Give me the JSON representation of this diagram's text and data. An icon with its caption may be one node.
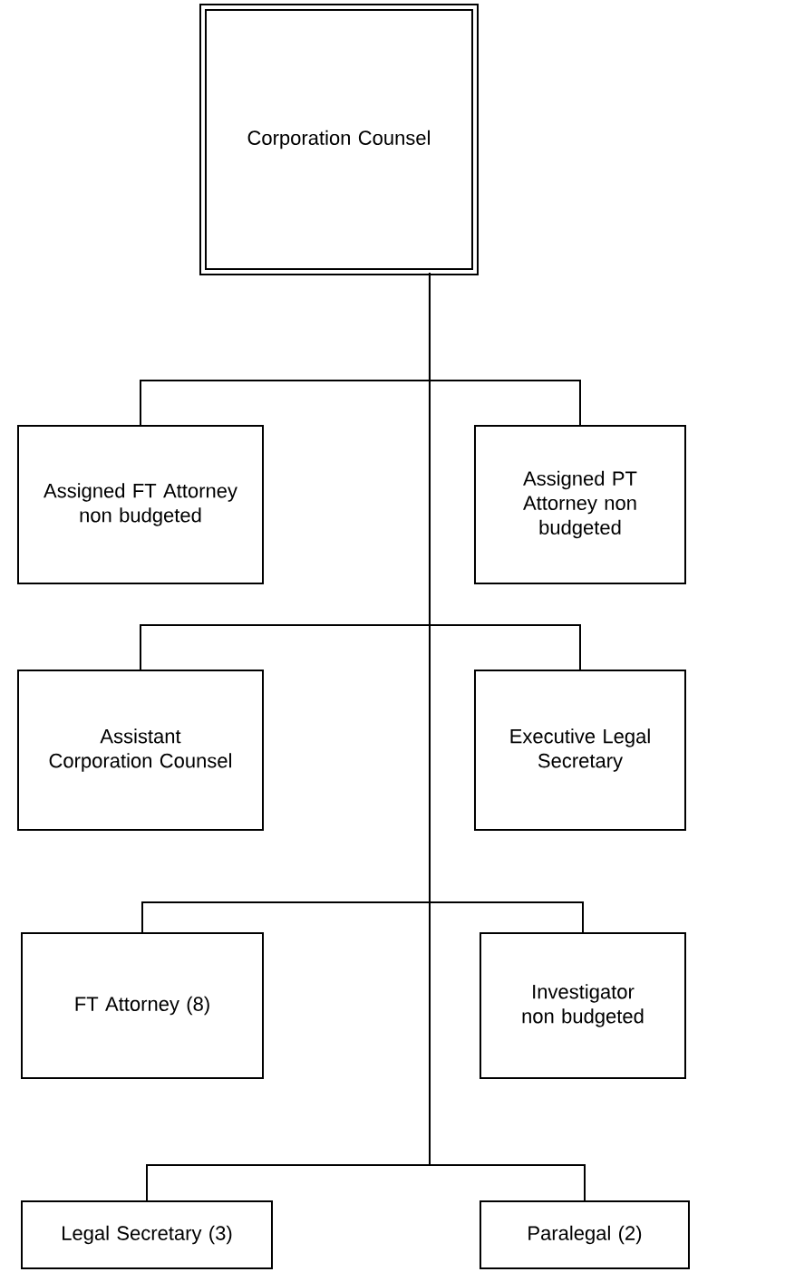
{
  "diagram": {
    "nodes": [
      {
        "text": [
          "Corporation Counsel"
        ]
      },
      {
        "text": [
          "Assigned FT Attorney non budgeted"
        ]
      },
      {
        "text": [
          "Assigned PT Attorney non budgeted"
        ]
      },
      {
        "text": [
          "Assistant Corporation Counsel"
        ]
      },
      {
        "text": [
          "Executive Legal Secretary"
        ]
      },
      {
        "text": [
          "FT Attorney (8)"
        ]
      },
      {
        "text": [
          "Investigator non budgeted"
        ]
      },
      {
        "text": [
          "Legal Secretary (3)"
        ]
      },
      {
        "text": [
          "Paralegal (2)"
        ]
      }
    ],
    "edges": [
      {
        "from": 0,
        "to": 1,
        "arrow": "none"
      },
      {
        "from": 0,
        "to": 2,
        "arrow": "none"
      },
      {
        "from": 0,
        "to": 3,
        "arrow": "none"
      },
      {
        "from": 0,
        "to": 4,
        "arrow": "none"
      },
      {
        "from": 0,
        "to": 5,
        "arrow": "none"
      },
      {
        "from": 0,
        "to": 6,
        "arrow": "none"
      },
      {
        "from": 0,
        "to": 7,
        "arrow": "none"
      },
      {
        "from": 0,
        "to": 8,
        "arrow": "none"
      }
    ]
  }
}
